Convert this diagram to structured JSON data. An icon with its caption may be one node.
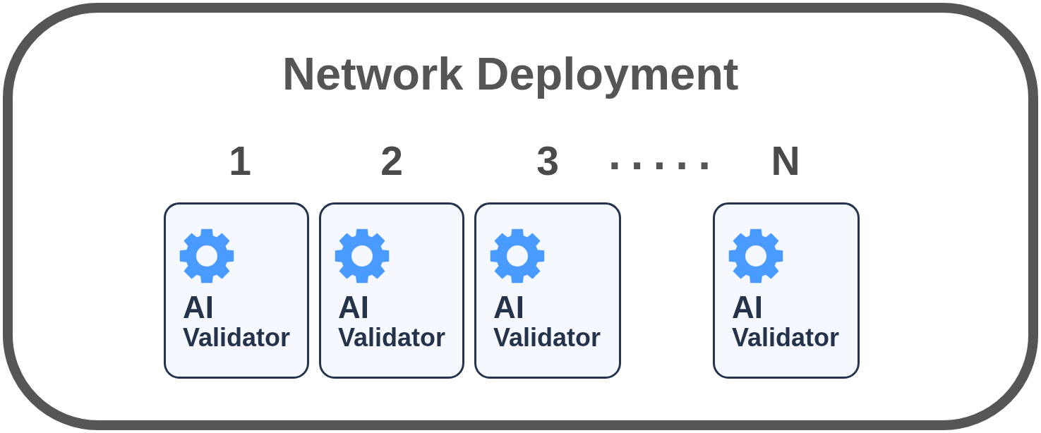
{
  "diagram": {
    "title": "Network Deployment",
    "nodes": [
      {
        "text": [
          "AI",
          "Validator"
        ],
        "beside": [
          "1"
        ]
      },
      {
        "text": [
          "AI",
          "Validator"
        ],
        "beside": [
          "2"
        ]
      },
      {
        "text": [
          "AI",
          "Validator"
        ],
        "beside": [
          "3"
        ]
      },
      {
        "text": [
          "AI",
          "Validator"
        ],
        "beside": [
          "N"
        ]
      }
    ],
    "labels": [
      "....."
    ]
  }
}
